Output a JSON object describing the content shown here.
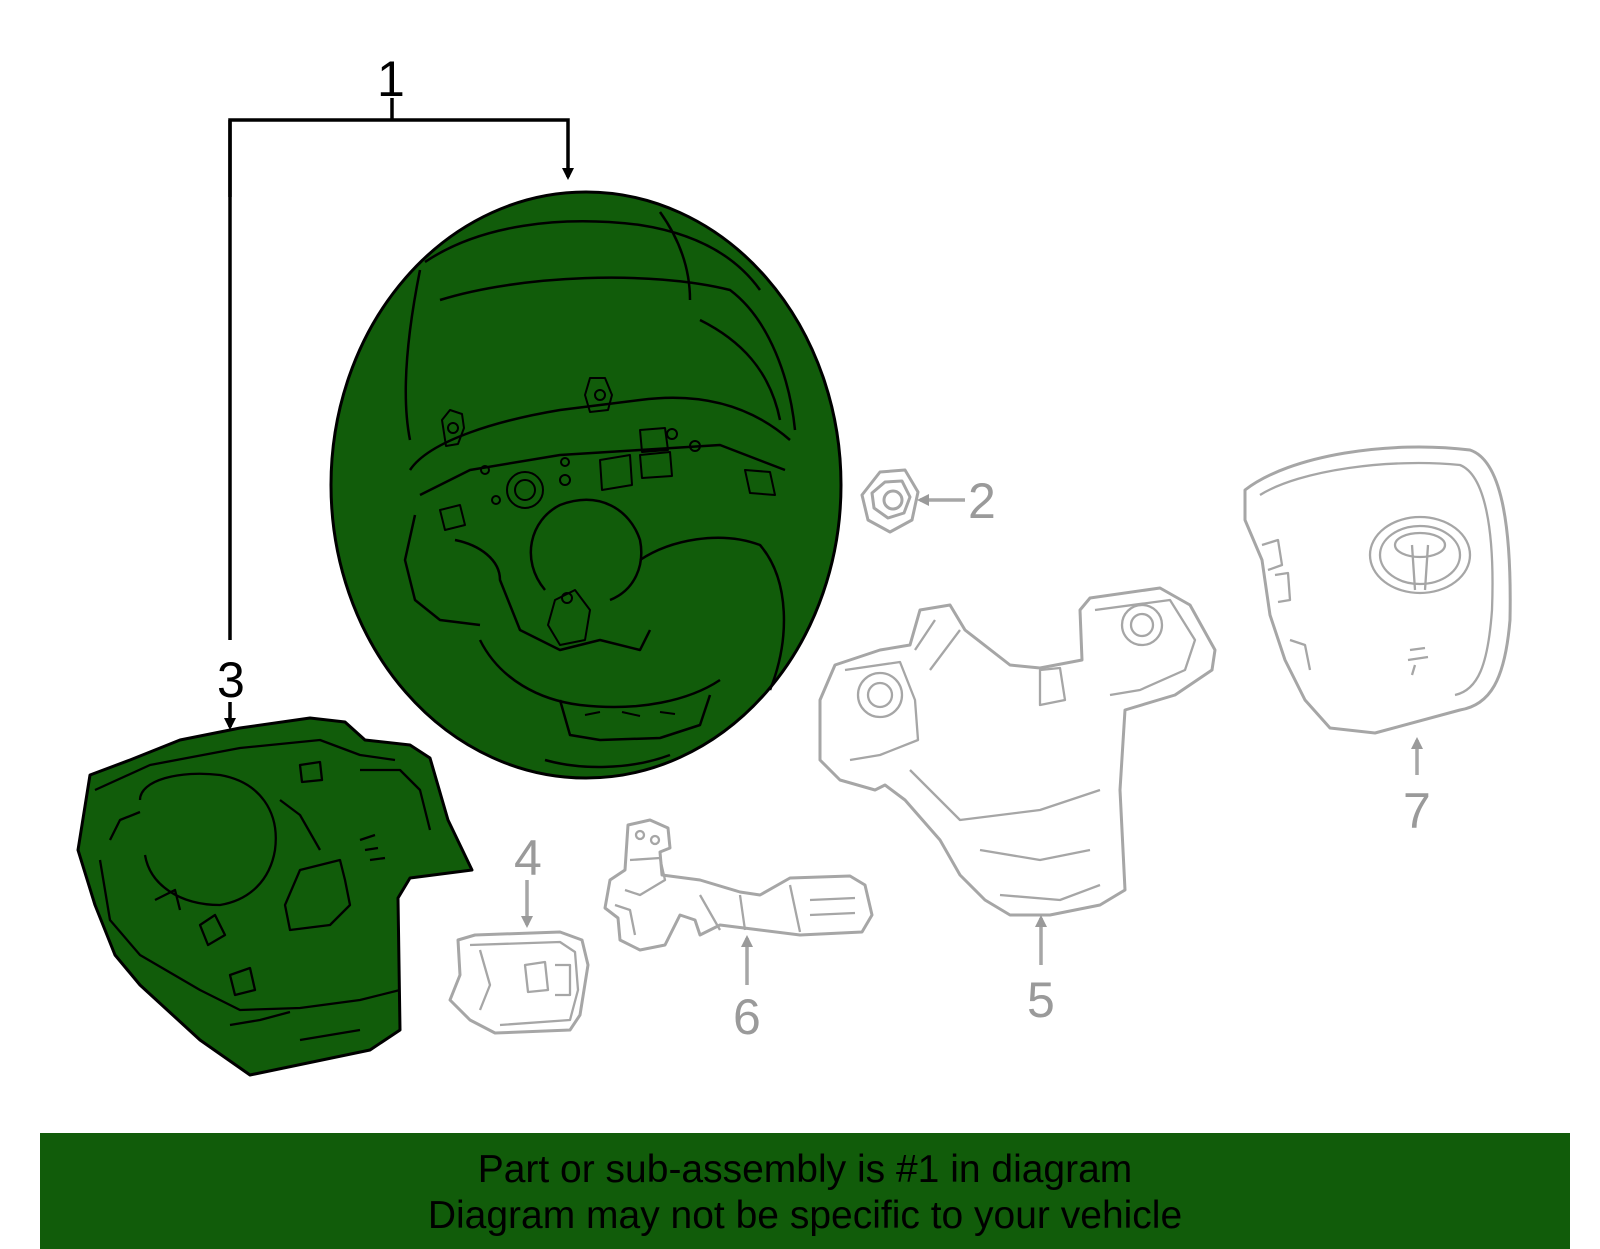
{
  "callouts": {
    "c1": "1",
    "c2": "2",
    "c3": "3",
    "c4": "4",
    "c5": "5",
    "c6": "6",
    "c7": "7"
  },
  "highlighted_callout": "1",
  "colors": {
    "highlight_fill": "#115c0a",
    "active_line": "#000000",
    "muted_line": "#a6a6a6",
    "banner_background": "#115c0a"
  },
  "banner": {
    "line1": "Part or sub-assembly is #1 in diagram",
    "line2": "Diagram may not be specific to your vehicle"
  }
}
